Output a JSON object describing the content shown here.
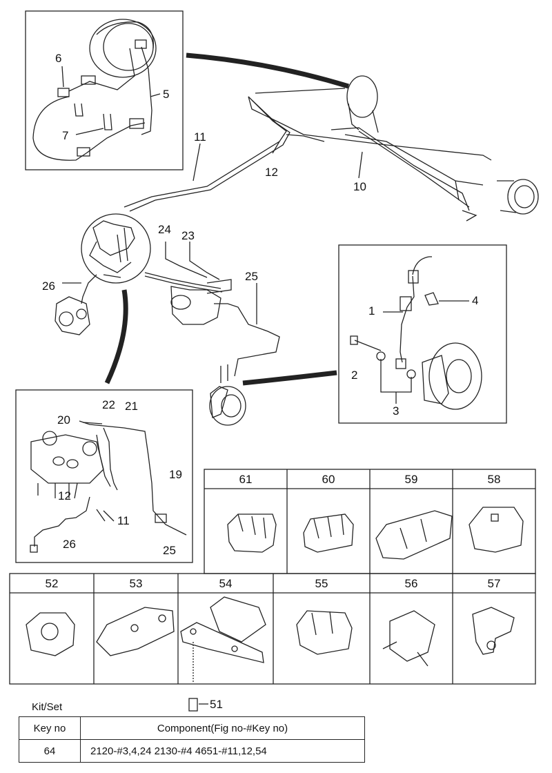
{
  "callouts": {
    "c5": "5",
    "c6": "6",
    "c7": "7",
    "c11": "11",
    "c12": "12",
    "c10": "10",
    "c24": "24",
    "c23": "23",
    "c25": "25",
    "c26": "26",
    "c1": "1",
    "c2": "2",
    "c3": "3",
    "c4": "4",
    "c22": "22",
    "c21": "21",
    "c20": "20",
    "c19": "19",
    "d12": "12",
    "d11": "11",
    "d26": "26",
    "d25": "25",
    "c51": "51"
  },
  "clip_grid_top": [
    "61",
    "60",
    "59",
    "58"
  ],
  "clip_grid_bottom": [
    "52",
    "53",
    "54",
    "55",
    "56",
    "57"
  ],
  "kit": {
    "label": "Kit/Set",
    "header_key": "Key no",
    "header_component": "Component(Fig no-#Key no)",
    "row_key": "64",
    "row_component": "2120-#3,4,24  2130-#4  4651-#11,12,54"
  }
}
